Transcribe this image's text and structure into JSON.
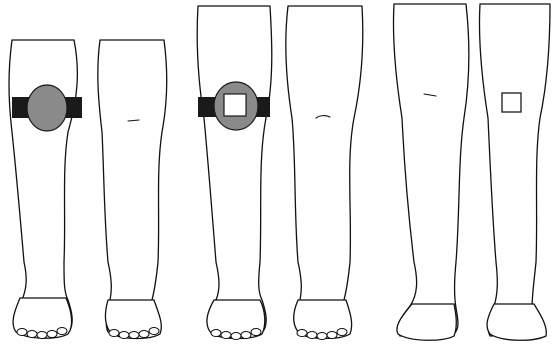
{
  "figure": {
    "panels": [
      {
        "id": "panel-1",
        "view": "front",
        "device": "round-knee-strap",
        "device_colors": {
          "strap": "#1a1a1a",
          "pad": "#8a8a8a"
        }
      },
      {
        "id": "panel-2",
        "view": "front",
        "device": "square-window-knee-strap",
        "device_colors": {
          "strap": "#1a1a1a",
          "pad": "#8a8a8a",
          "window": "#ffffff"
        }
      },
      {
        "id": "panel-3",
        "view": "back",
        "device": "none",
        "marker": "square-outline"
      }
    ]
  }
}
